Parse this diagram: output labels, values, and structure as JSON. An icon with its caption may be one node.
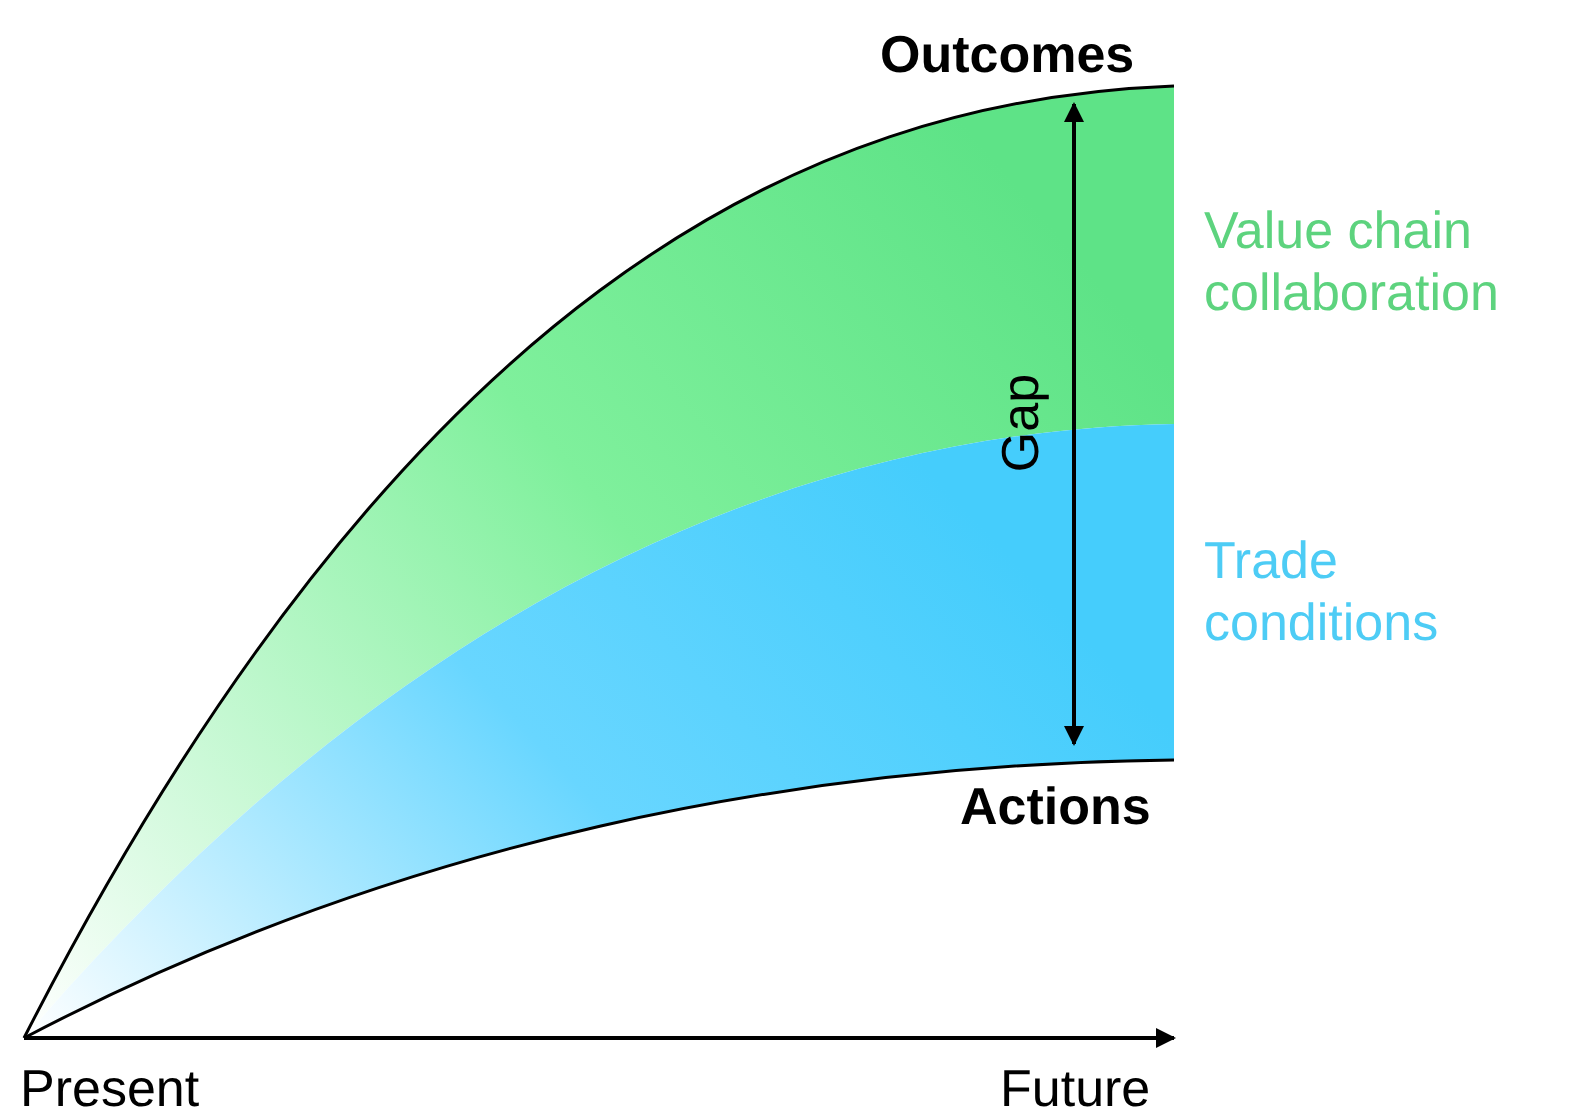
{
  "diagram": {
    "labels": [
      "Outcomes",
      "Value chain collaboration",
      "Gap",
      "Trade conditions",
      "Actions",
      "Present",
      "Future"
    ]
  }
}
